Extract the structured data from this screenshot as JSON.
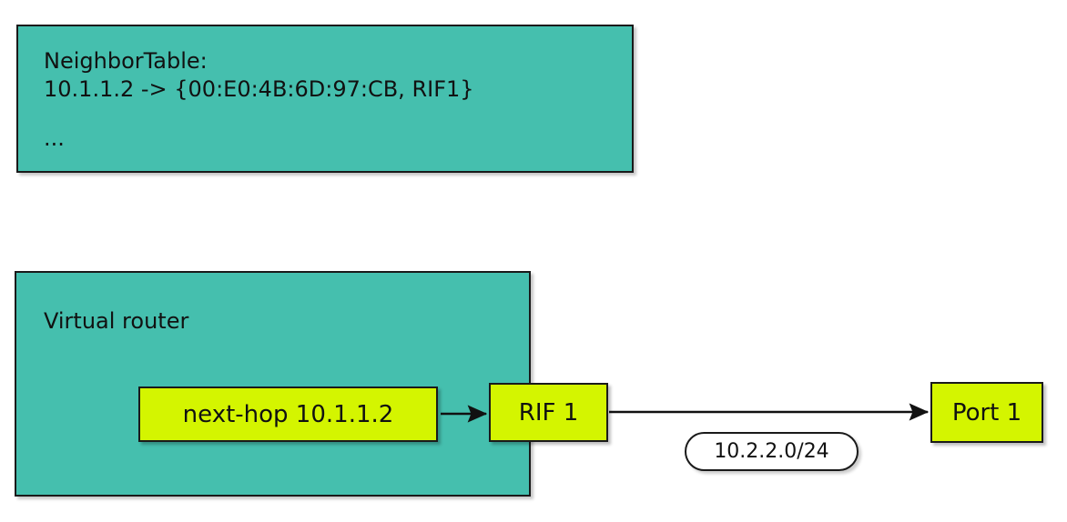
{
  "diagram": {
    "title_region": "router-neighbor-table-diagram",
    "background_color": "#ffffff",
    "palette": {
      "container_fill": "#45bfae",
      "node_fill": "#d4f500",
      "pill_fill": "#ffffff",
      "stroke": "#1a1a1a",
      "text": "#111111"
    }
  },
  "neighbor_table": {
    "heading": "NeighborTable:",
    "entry": "10.1.1.2 -> {00:E0:4B:6D:97:CB, RIF1}",
    "ellipsis": "..."
  },
  "virtual_router": {
    "label": "Virtual router"
  },
  "nodes": {
    "next_hop": "next-hop 10.1.1.2",
    "rif1": "RIF 1",
    "port1": "Port 1"
  },
  "link": {
    "subnet": "10.2.2.0/24"
  },
  "connectors": [
    {
      "name": "next-hop-to-rif1",
      "from": "next-hop 10.1.1.2",
      "to": "RIF 1"
    },
    {
      "name": "rif1-to-port1",
      "from": "RIF 1",
      "to": "Port 1"
    }
  ]
}
